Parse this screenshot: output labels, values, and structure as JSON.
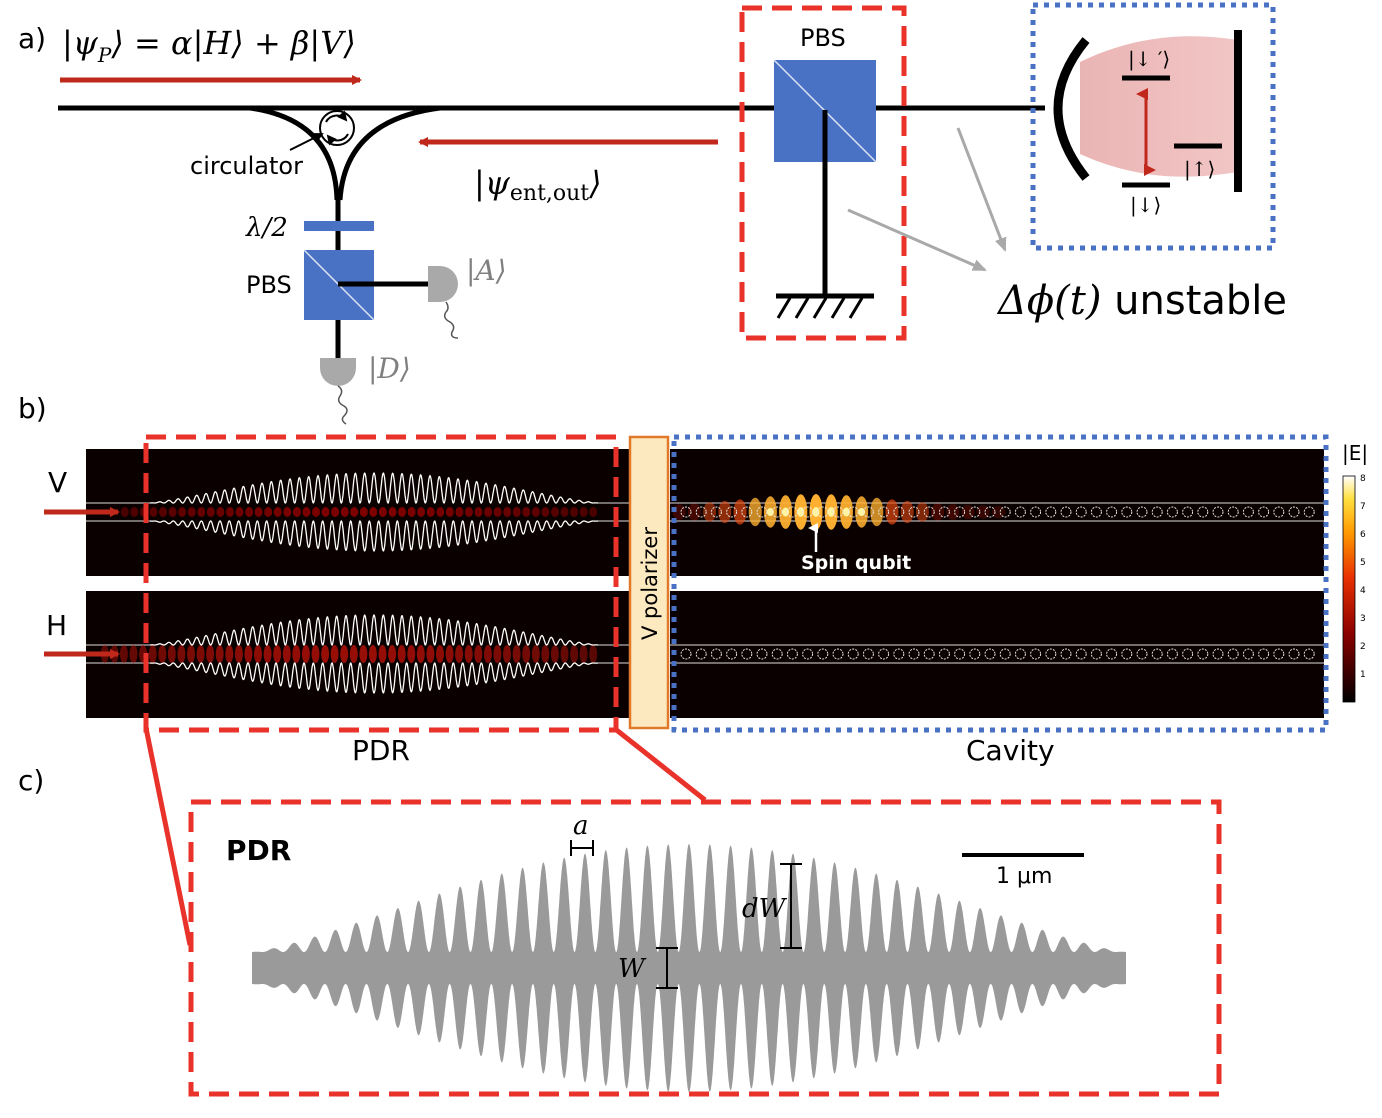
{
  "panels": {
    "a": "a)",
    "b": "b)",
    "c": "c)"
  },
  "panel_a": {
    "input_state": "|ψ",
    "input_state_sub": "P",
    "input_state_rest": "⟩ = α|H⟩ + β|V⟩",
    "output_state": "|ψ",
    "output_state_sub": "ent,out",
    "output_state_close": "⟩",
    "circulator_label": "circulator",
    "half_wave_plate": "λ/2",
    "pbs_left": "PBS",
    "pbs_top": "PBS",
    "detector_A": "|A⟩",
    "detector_D": "|D⟩",
    "level_down_prime": "|↓ ′⟩",
    "level_up": "|↑⟩",
    "level_down": "|↓⟩",
    "phase_label": "Δϕ(t)",
    "phase_label_rest": " unstable"
  },
  "panel_b": {
    "row_V": "V",
    "row_H": "H",
    "polarizer": "V polarizer",
    "spin_qubit": "Spin qubit",
    "section_pdr": "PDR",
    "section_cavity": "Cavity",
    "colorbar_title": "|E|",
    "colorbar_ticks": [
      "1",
      "2",
      "3",
      "4",
      "5",
      "6",
      "7",
      "8"
    ]
  },
  "panel_c": {
    "title": "PDR",
    "label_a": "a",
    "label_dW": "dW",
    "label_W": "W",
    "scale_bar": "1 μm"
  },
  "colors": {
    "red_dash": "#e8322a",
    "blue_dot": "#4a72c4",
    "pbs_blue": "#4a72c4",
    "arrow_red": "#c0281c",
    "polarizer_fill": "#fde9c0",
    "polarizer_border": "#e07a2a",
    "pdr_gray": "#9a9a9a",
    "cavity_pink": "#f0c0c0"
  }
}
